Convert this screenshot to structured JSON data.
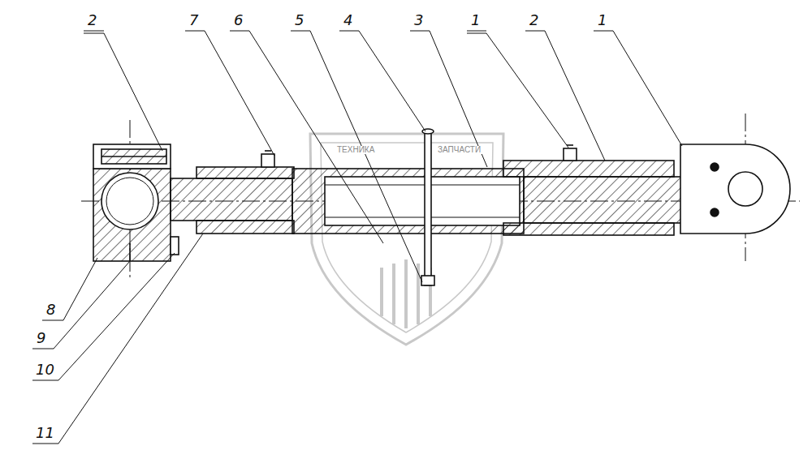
{
  "diagram": {
    "labels": [
      "2",
      "7",
      "6",
      "5",
      "4",
      "3",
      "1",
      "2",
      "1",
      "8",
      "9",
      "10",
      "11",
      "ТЕХНИКА",
      "ЗАПЧАСТИ"
    ]
  }
}
